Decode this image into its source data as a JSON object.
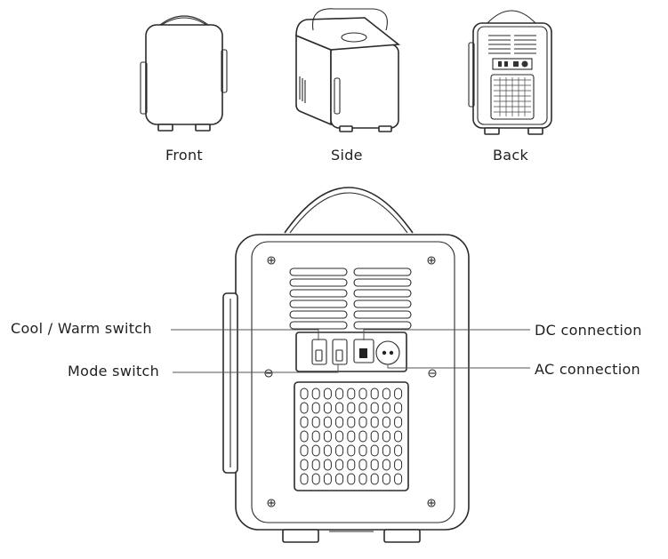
{
  "views": {
    "front": "Front",
    "side": "Side",
    "back": "Back"
  },
  "callouts": {
    "cool_warm": "Cool / Warm switch",
    "mode": "Mode switch",
    "dc": "DC connection",
    "ac": "AC connection"
  }
}
